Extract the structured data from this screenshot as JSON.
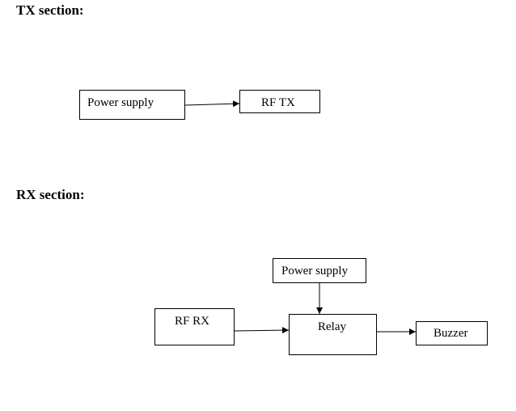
{
  "tx_section": {
    "heading": "TX section:",
    "power_supply_label": "Power supply",
    "rf_tx_label": "RF TX"
  },
  "rx_section": {
    "heading": "RX section:",
    "power_supply_label": "Power supply",
    "rf_rx_label": "RF RX",
    "relay_label": "Relay",
    "buzzer_label": "Buzzer"
  },
  "connections": [
    {
      "from": "Power supply",
      "to": "RF TX",
      "section": "TX"
    },
    {
      "from": "Power supply",
      "to": "Relay",
      "section": "RX"
    },
    {
      "from": "RF RX",
      "to": "Relay",
      "section": "RX"
    },
    {
      "from": "Relay",
      "to": "Buzzer",
      "section": "RX"
    }
  ],
  "colors": {
    "line": "#000000",
    "background": "#ffffff"
  }
}
